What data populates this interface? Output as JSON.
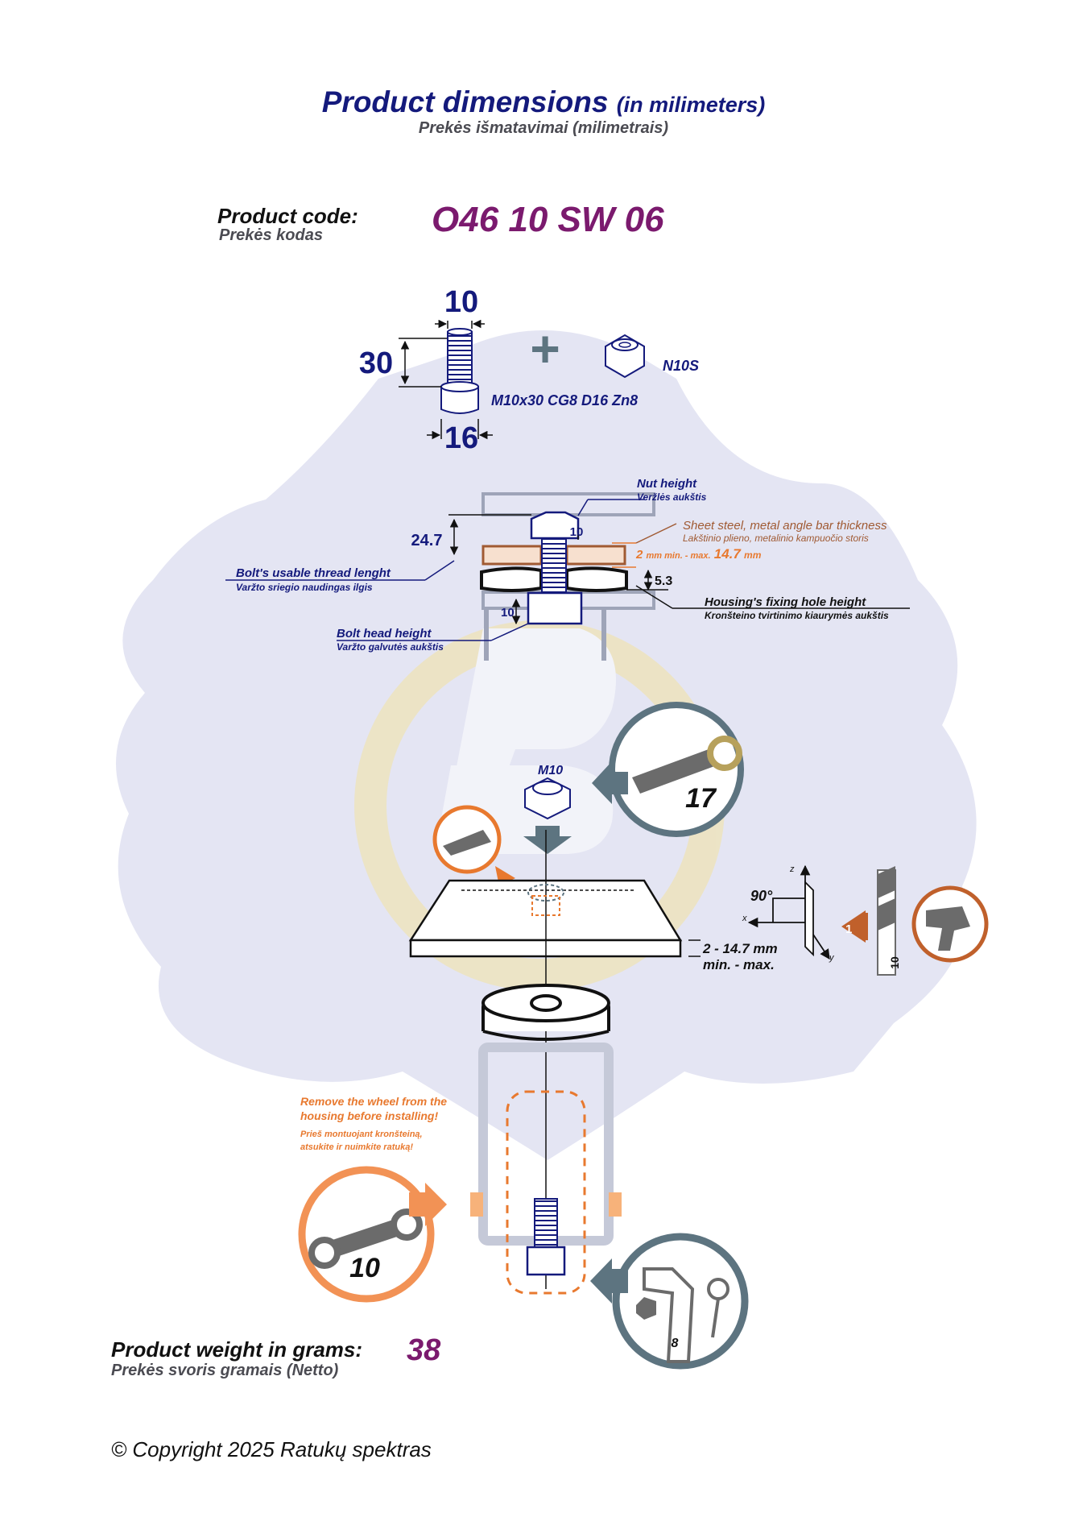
{
  "header": {
    "title_main": "Product dimensions",
    "title_unit": "(in milimeters)",
    "subtitle": "Prekės išmatavimai (milimetrais)"
  },
  "product": {
    "code_label": "Product code:",
    "code_sublabel": "Prekės kodas",
    "code_value": "O46 10 SW 06"
  },
  "bolt": {
    "width": "10",
    "length": "30",
    "head_width": "16",
    "spec": "M10x30 CG8 D16 Zn8",
    "plus": "+",
    "nut_code": "N10S"
  },
  "assembly": {
    "nut_height_label": "Nut height",
    "nut_height_sublabel": "Veržlės aukštis",
    "nut_height_value": "10",
    "thread_length_value": "24.7",
    "thread_label": "Bolt's usable thread lenght",
    "thread_sublabel": "Varžto sriegio naudingas ilgis",
    "sheet_label": "Sheet steel, metal angle bar thickness",
    "sheet_sublabel": "Lakštinio plieno, metalinio kampuočio storis",
    "sheet_range_min": "2",
    "sheet_range_mid": "mm min. - max.",
    "sheet_range_max": "14.7",
    "sheet_range_unit": "mm",
    "housing_hole_value": "5.3",
    "housing_label": "Housing's fixing hole height",
    "housing_sublabel": "Kronšteino tvirtinimo kiaurymės aukštis",
    "bolt_head_value": "10",
    "bolt_head_label": "Bolt head height",
    "bolt_head_sublabel": "Varžto galvutės aukštis"
  },
  "install": {
    "nut_label": "M10",
    "wrench_size_top": "17",
    "plate_range": "2 - 14.7 mm",
    "plate_range_sub": "min. - max.",
    "angle": "90°",
    "axis_x": "x",
    "axis_y": "y",
    "axis_z": "z",
    "step_number": "1",
    "drill_size": "10",
    "warning_line1": "Remove the wheel from the",
    "warning_line2": "housing before installing!",
    "warning_lt1": "Prieš montuojant kronšteiną,",
    "warning_lt2": "atsukite ir nuimkite ratuką!",
    "wrench_size_bottom": "10",
    "hex_key_size": "8"
  },
  "weight": {
    "label": "Product weight in grams:",
    "sublabel": "Prekės svoris gramais (Netto)",
    "value": "38"
  },
  "footer": {
    "copyright": "© Copyright 2025 Ratukų spektras"
  },
  "colors": {
    "navy": "#141a7c",
    "purple": "#7b1a6e",
    "orange": "#e8792f",
    "steel": "#5d7480",
    "bg_shape": "#e4e5f3"
  }
}
